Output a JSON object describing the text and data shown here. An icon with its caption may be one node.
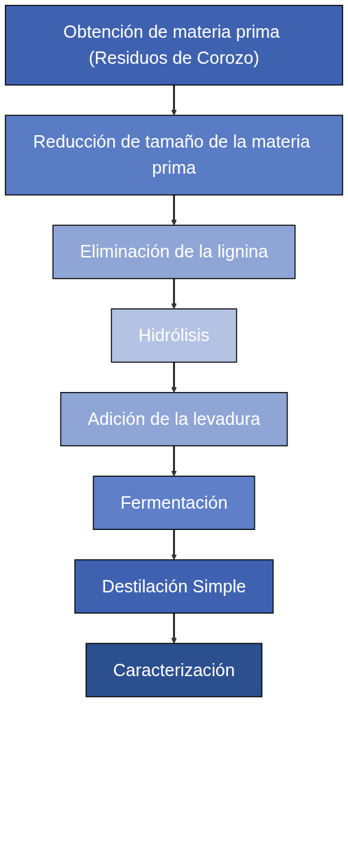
{
  "diagram": {
    "nodes": [
      {
        "text": [
          "Obtención de materia prima (Residuos de Corozo)"
        ]
      },
      {
        "text": [
          "Reducción de tamaño de la materia prima"
        ]
      },
      {
        "text": [
          "Eliminación de la lignina"
        ]
      },
      {
        "text": [
          "Hidrólisis"
        ]
      },
      {
        "text": [
          "Adición de la levadura"
        ]
      },
      {
        "text": [
          "Fermentación"
        ]
      },
      {
        "text": [
          "Destilación Simple"
        ]
      },
      {
        "text": [
          "Caracterización"
        ]
      }
    ],
    "edges": [
      {
        "from": 0,
        "to": 1,
        "arrow": "to"
      },
      {
        "from": 1,
        "to": 2,
        "arrow": "to"
      },
      {
        "from": 2,
        "to": 3,
        "arrow": "to"
      },
      {
        "from": 3,
        "to": 4,
        "arrow": "to"
      },
      {
        "from": 4,
        "to": 5,
        "arrow": "to"
      },
      {
        "from": 5,
        "to": 6,
        "arrow": "to"
      },
      {
        "from": 6,
        "to": 7,
        "arrow": "to"
      }
    ]
  }
}
